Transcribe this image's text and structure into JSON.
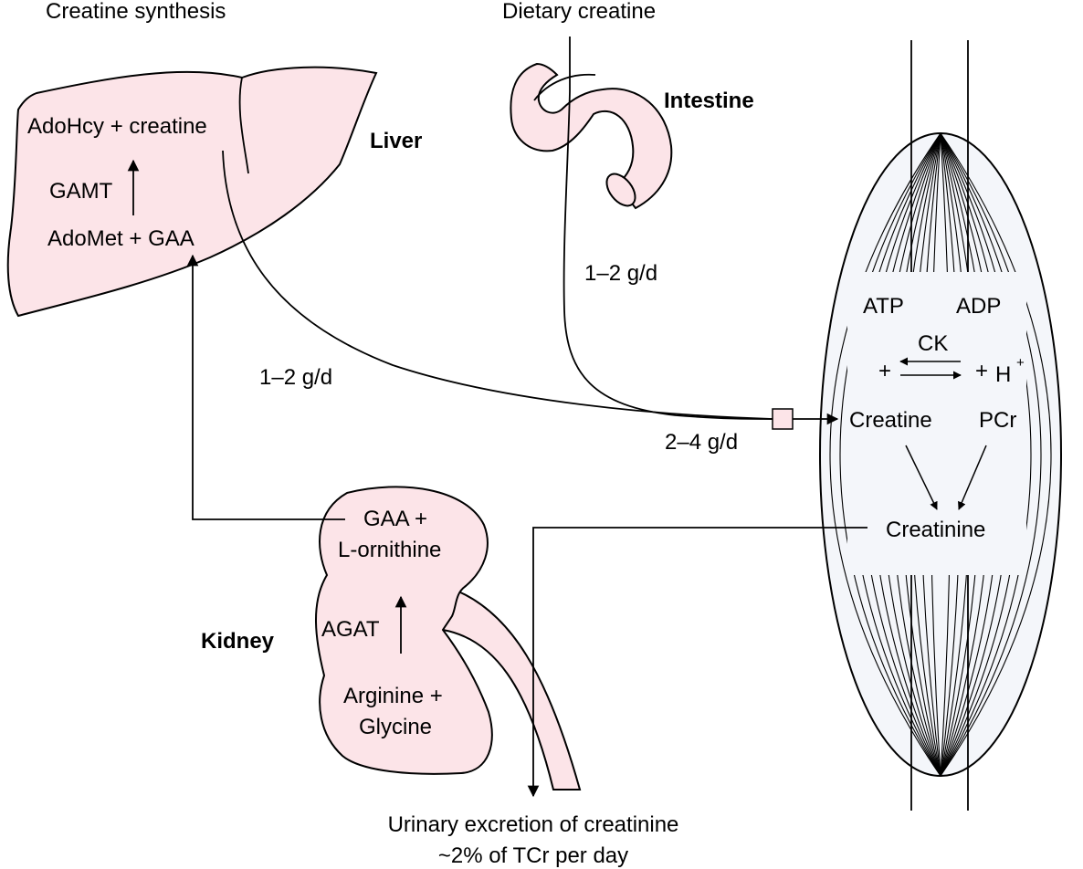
{
  "headings": {
    "synthesis": "Creatine synthesis",
    "dietary": "Dietary creatine"
  },
  "organs": {
    "liver": "Liver",
    "intestine": "Intestine",
    "kidney": "Kidney"
  },
  "liver": {
    "product": "AdoHcy + creatine",
    "enzyme": "GAMT",
    "substrate": "AdoMet + GAA"
  },
  "kidney": {
    "product_line1": "GAA +",
    "product_line2": "L-ornithine",
    "enzyme": "AGAT",
    "substrate_line1": "Arginine +",
    "substrate_line2": "Glycine"
  },
  "rates": {
    "liver_to_muscle": "1–2 g/d",
    "dietary": "1–2 g/d",
    "total_uptake": "2–4 g/d"
  },
  "muscle": {
    "atp": "ATP",
    "adp": "ADP",
    "ck": "CK",
    "plus_left": "+",
    "plus_right": "+",
    "h": "H",
    "h_charge": "+",
    "creatine": "Creatine",
    "pcr": "PCr",
    "creatinine": "Creatinine"
  },
  "excretion": {
    "line1": "Urinary excretion of creatinine",
    "line2": "~2% of TCr per day"
  },
  "colors": {
    "organ_fill": "#fce4e8",
    "muscle_fill": "#f4f6fa",
    "stroke": "#000000"
  }
}
